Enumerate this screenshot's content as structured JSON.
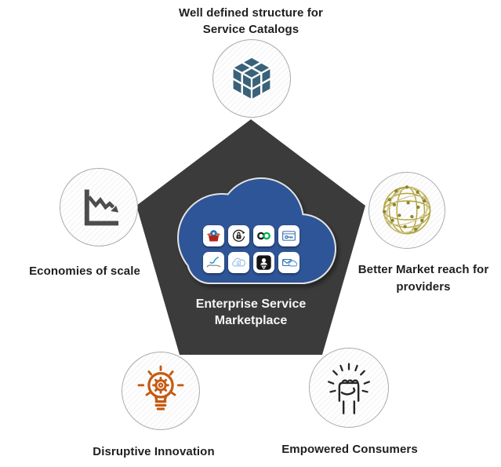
{
  "diagram_title": "Enterprise Service Marketplace pentagon diagram",
  "center": {
    "title_line1": "Enterprise Service",
    "title_line2": "Marketplace"
  },
  "nodes": {
    "top": {
      "label_line1": "Well defined structure for",
      "label_line2": "Service Catalogs",
      "icon": "cube-icon",
      "icon_color": "#3A6279"
    },
    "left": {
      "label": "Economies of scale",
      "icon": "declining-chart-icon",
      "icon_color": "#4D4D4D"
    },
    "right": {
      "label_line1": "Better Market reach for",
      "label_line2": "providers",
      "icon": "globe-network-icon",
      "icon_color": "#B3A642"
    },
    "bottom_left": {
      "label": "Disruptive Innovation",
      "icon": "lightbulb-gear-icon",
      "icon_color": "#C55A11"
    },
    "bottom_right": {
      "label": "Empowered Consumers",
      "icon": "raised-fist-icon",
      "icon_color": "#262626"
    }
  },
  "cloud_tiles": [
    {
      "icon": "product-box-icon"
    },
    {
      "icon": "secure-lock-rotation-icon"
    },
    {
      "icon": "devops-infinity-icon"
    },
    {
      "icon": "license-key-window-icon"
    },
    {
      "icon": "hand-growth-icon"
    },
    {
      "icon": "cloud-building-icon"
    },
    {
      "icon": "user-pin-icon"
    },
    {
      "icon": "mail-cloud-icon"
    }
  ],
  "colors": {
    "background": "#FFFFFF",
    "pentagon": "#3B3B3B",
    "cloud": "#2F5597",
    "label_text": "#1F1F1F",
    "title_text": "#F5F5F5",
    "circle_border": "#ABABAB"
  }
}
